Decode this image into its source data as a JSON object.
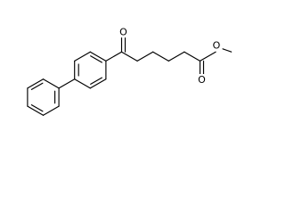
{
  "molecule": {
    "atom_labels": {
      "ketone_oxygen": "O",
      "ester_carbonyl_oxygen": "O",
      "ester_ether_oxygen": "O"
    }
  }
}
